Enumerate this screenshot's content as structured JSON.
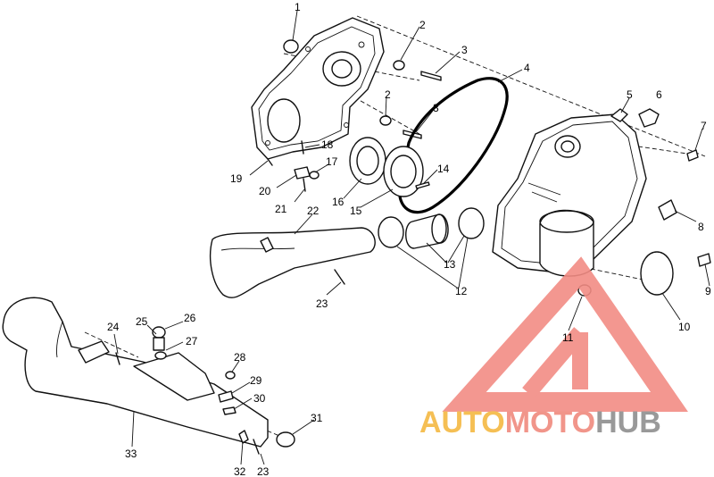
{
  "callouts": [
    "1",
    "2",
    "3",
    "4",
    "2",
    "3",
    "5",
    "6",
    "7",
    "18",
    "17",
    "14",
    "19",
    "20",
    "21",
    "16",
    "15",
    "22",
    "8",
    "13",
    "12",
    "9",
    "23",
    "10",
    "11",
    "24",
    "25",
    "26",
    "27",
    "28",
    "29",
    "30",
    "31",
    "33",
    "32",
    "23"
  ],
  "watermark": {
    "parts": [
      "AUTO",
      "MOTO",
      "HUB"
    ],
    "colors": [
      "#f5b942",
      "#f08a7e",
      "#8e8e8e"
    ],
    "triangle_color": "#f28c84"
  }
}
